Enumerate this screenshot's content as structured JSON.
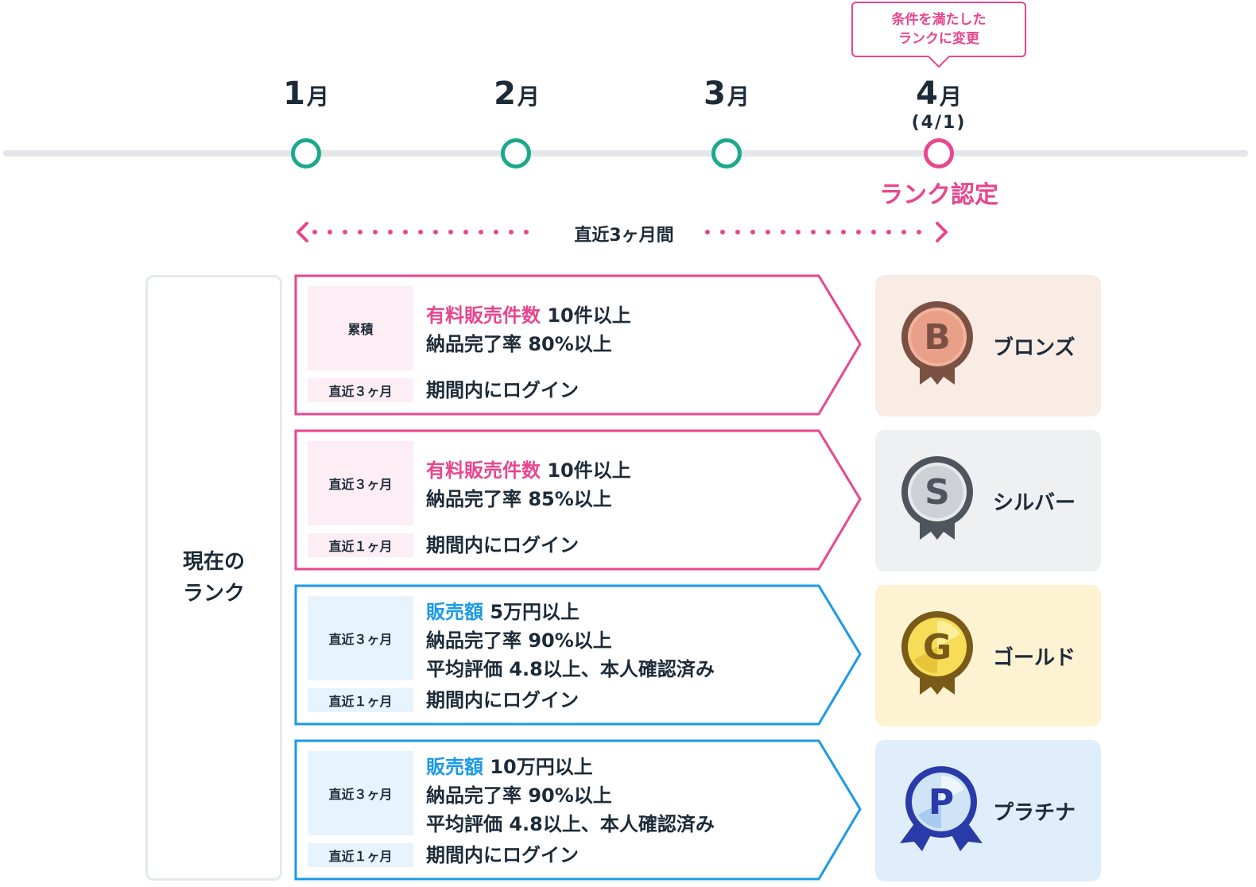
{
  "timeline": {
    "months": [
      {
        "num": "1",
        "unit": "月"
      },
      {
        "num": "2",
        "unit": "月"
      },
      {
        "num": "3",
        "unit": "月"
      },
      {
        "num": "4",
        "unit": "月"
      }
    ],
    "callout_line1": "条件を満たした",
    "callout_line2": "ランクに変更",
    "sub_date": "(4/1)",
    "rank_cert_label": "ランク認定",
    "period_label": "直近3ヶ月間"
  },
  "current_rank": {
    "line1": "現在の",
    "line2": "ランク"
  },
  "rows": [
    {
      "tag_top": "累積",
      "tag_bottom": "直近３ヶ月",
      "highlight": "有料販売件数",
      "line1_rest": " 10件以上",
      "line2": "納品完了率 80%以上",
      "line3": "",
      "login": "期間内にログイン",
      "rank": "ブロンズ",
      "medal_letter": "B"
    },
    {
      "tag_top": "直近３ヶ月",
      "tag_bottom": "直近１ヶ月",
      "highlight": "有料販売件数",
      "line1_rest": " 10件以上",
      "line2": "納品完了率 85%以上",
      "line3": "",
      "login": "期間内にログイン",
      "rank": "シルバー",
      "medal_letter": "S"
    },
    {
      "tag_top": "直近３ヶ月",
      "tag_bottom": "直近１ヶ月",
      "highlight": "販売額",
      "line1_rest": " 5万円以上",
      "line2": "納品完了率 90%以上",
      "line3": "平均評価 4.8以上、本人確認済み",
      "login": "期間内にログイン",
      "rank": "ゴールド",
      "medal_letter": "G"
    },
    {
      "tag_top": "直近３ヶ月",
      "tag_bottom": "直近１ヶ月",
      "highlight": "販売額",
      "line1_rest": " 10万円以上",
      "line2": "納品完了率 90%以上",
      "line3": "平均評価 4.8以上、本人確認済み",
      "login": "期間内にログイン",
      "rank": "プラチナ",
      "medal_letter": "P"
    }
  ],
  "colors": {
    "pink": "#e8468e",
    "blue": "#1a9ae6",
    "green": "#1ba98c",
    "bronze_bg": "#f9ece4",
    "silver_bg": "#eef0f1",
    "gold_bg": "#fdf3d2",
    "platinum_bg": "#e0eefb"
  }
}
